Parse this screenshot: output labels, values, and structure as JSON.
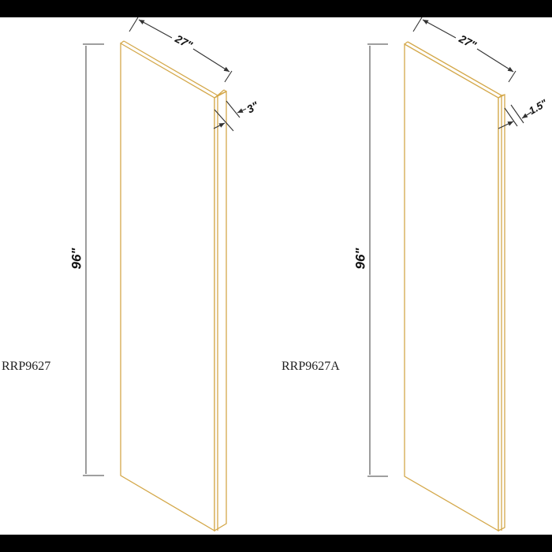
{
  "colors": {
    "background": "#000000",
    "sheet": "#ffffff",
    "panel_outline": "#d4a84a",
    "dimension_line": "#333333"
  },
  "panels": [
    {
      "model": "RRP9627",
      "height": "96\"",
      "width": "27\"",
      "thickness": "3\""
    },
    {
      "model": "RRP9627A",
      "height": "96\"",
      "width": "27\"",
      "thickness": "1.5\""
    }
  ]
}
